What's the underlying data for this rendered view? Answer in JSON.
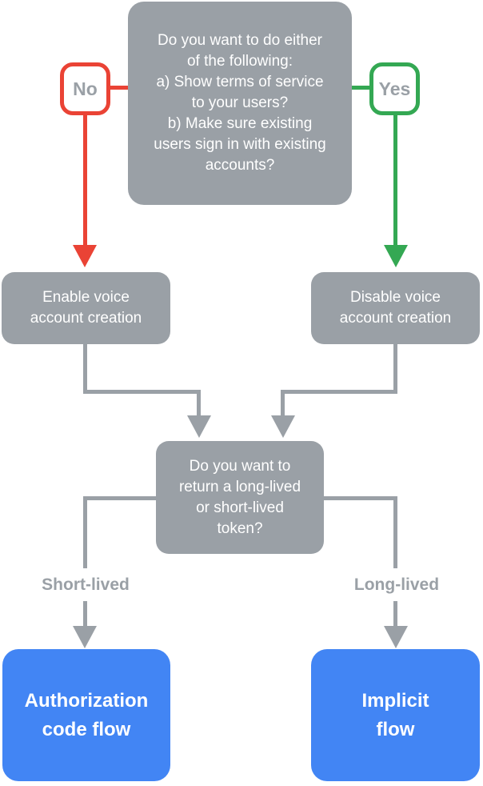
{
  "colors": {
    "background": "#ffffff",
    "node_gray": "#9aa0a6",
    "connector_gray": "#9aa0a6",
    "branch_red": "#ea4335",
    "branch_green": "#34a853",
    "outcome_blue": "#4285f4",
    "muted_text": "#9aa0a6",
    "white_text": "#ffffff"
  },
  "flowchart": {
    "top_question": "Do you want to do either\nof the following:\na) Show terms of service\nto your users?\nb) Make sure existing\nusers sign in with existing\naccounts?",
    "no_label": "No",
    "yes_label": "Yes",
    "no_result": "Enable voice\naccount creation",
    "yes_result": "Disable voice\naccount creation",
    "token_question": "Do you want to\nreturn a long-lived\nor short-lived\ntoken?",
    "short_lived_label": "Short-lived",
    "long_lived_label": "Long-lived",
    "short_lived_result": "Authorization\ncode flow",
    "long_lived_result": "Implicit\nflow"
  }
}
